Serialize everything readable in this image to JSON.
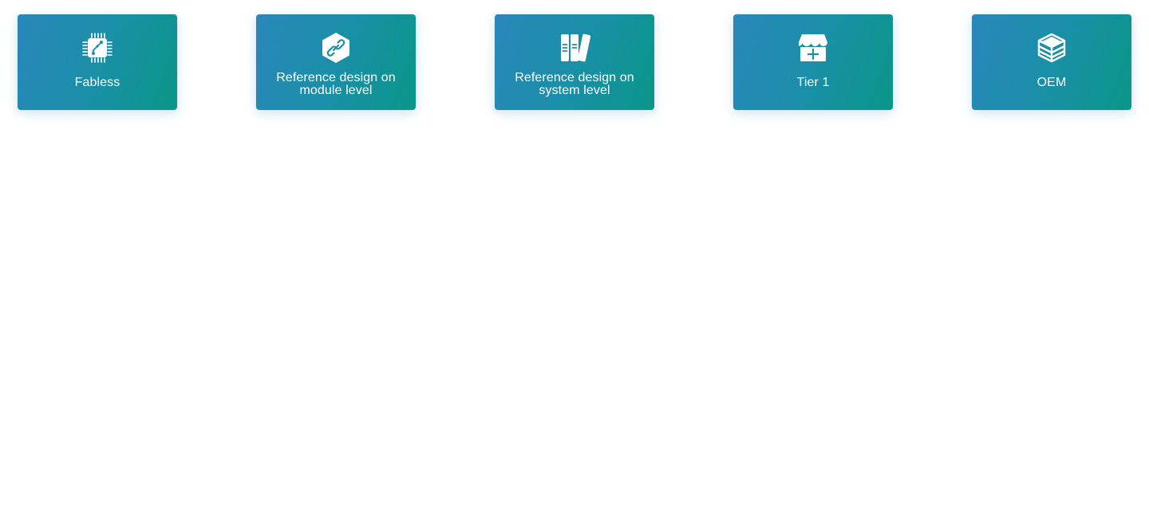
{
  "cards": [
    {
      "label": "Fabless",
      "icon": "chip-icon"
    },
    {
      "label": "Reference design on module level",
      "icon": "hexagon-link-icon"
    },
    {
      "label": "Reference design on system level",
      "icon": "binders-icon"
    },
    {
      "label": "Tier 1",
      "icon": "store-plus-icon"
    },
    {
      "label": "OEM",
      "icon": "cube-stack-icon"
    }
  ],
  "colors": {
    "gradient_start": "#2a87bb",
    "gradient_end": "#0a9688",
    "text": "#ffffff",
    "background": "#ffffff"
  }
}
